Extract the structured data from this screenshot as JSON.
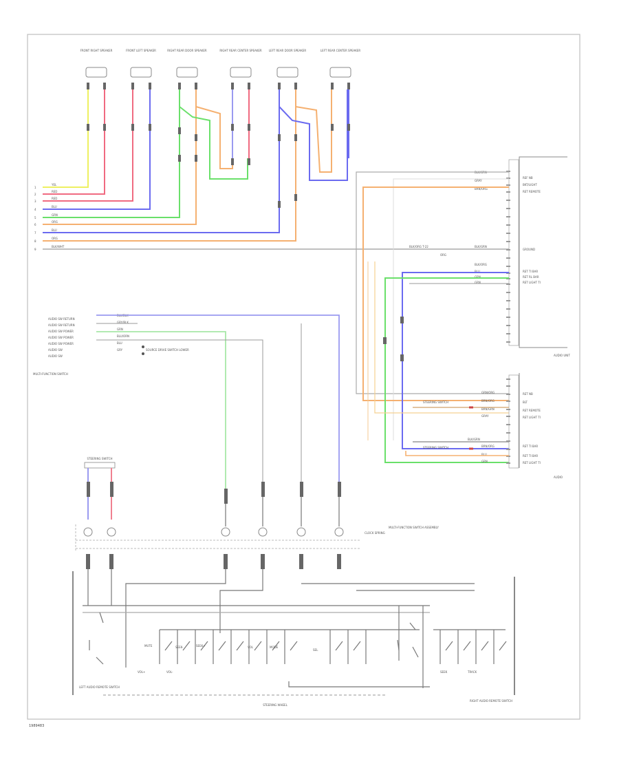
{
  "speakers": [
    {
      "label": "FRONT RIGHT SPEAKER"
    },
    {
      "label": "FRONT LEFT SPEAKER"
    },
    {
      "label": "RIGHT REAR DOOR SPEAKER"
    },
    {
      "label": "RIGHT REAR CENTER SPEAKER"
    },
    {
      "label": "LEFT REAR DOOR SPEAKER"
    },
    {
      "label": "LEFT REAR CENTER SPEAKER"
    }
  ],
  "harness_left": [
    "YEL",
    "RED",
    "RED",
    "BLU",
    "GRN",
    "ORG",
    "BLU",
    "ORG",
    "BLK/WHT"
  ],
  "pin_numbers": [
    "1",
    "2",
    "3",
    "4",
    "5",
    "6",
    "7",
    "8",
    "9"
  ],
  "audio_unit": {
    "label": "AUDIO UNIT",
    "wires": [
      "BLK/GRN",
      "GRAY",
      "BRN/ORG",
      "BLK/GRN",
      "BLK/ORG",
      "BLU",
      "GRN",
      "GRN"
    ],
    "pins": [
      "REF NB",
      "BKT/LIGHT",
      "RET REMOTE",
      "GROUND",
      "RET TI BAR",
      "RET RL BAR",
      "RET LIGHT TI"
    ],
    "center_label": "BLK/ORG  T-22",
    "center_sub": "ORG"
  },
  "second_unit": {
    "label": "AUDIO",
    "wires": [
      "GRN/ORG",
      "BRN/ORG",
      "BRN/GRN",
      "GRAY",
      "BLK/GRN",
      "BRN/ORG",
      "BLU",
      "GRN"
    ],
    "pins": [
      "RET NB",
      "BLT",
      "RET REMOTE",
      "RET LIGHT TI",
      "RET TI BAR",
      "RET TI BAR",
      "RET LIGHT TI"
    ],
    "notes": [
      "STEERING SWITCH",
      "STEERING SWITCH"
    ]
  },
  "switch_block": {
    "label": "MULTI-FUNCTION SWITCH",
    "rows": [
      "AUDIO SW RETURN",
      "AUDIO SW RETURN",
      "AUDIO SW POWER",
      "AUDIO SW POWER",
      "AUDIO SW POWER",
      "AUDIO SW",
      "AUDIO SW"
    ],
    "wires": [
      "BLU/BLK",
      "GRY/BLK",
      "GRN",
      "BLU/ORN",
      "BLU",
      "GRY"
    ],
    "note": "SOURCE DRIVE SWITCH LOWER"
  },
  "steering_switch": {
    "label": "STEERING SWITCH"
  },
  "cable_reel": {
    "label": "CLOCK SPRING"
  },
  "right_note": "MULTI-FUNCTION SWITCH ASSEMBLY",
  "bottom": {
    "left_switch": "LEFT AUDIO REMOTE SWITCH",
    "center": "STEERING WHEEL",
    "right_switch": "RIGHT AUDIO REMOTE SWITCH"
  },
  "switch_labels": [
    "MUTE",
    "SEEK-",
    "SEEK+",
    "VOL",
    "MODE",
    "SEL",
    "VOL+",
    "VOL-",
    "SEEK",
    "TRACK"
  ],
  "footer_code": "1989483"
}
